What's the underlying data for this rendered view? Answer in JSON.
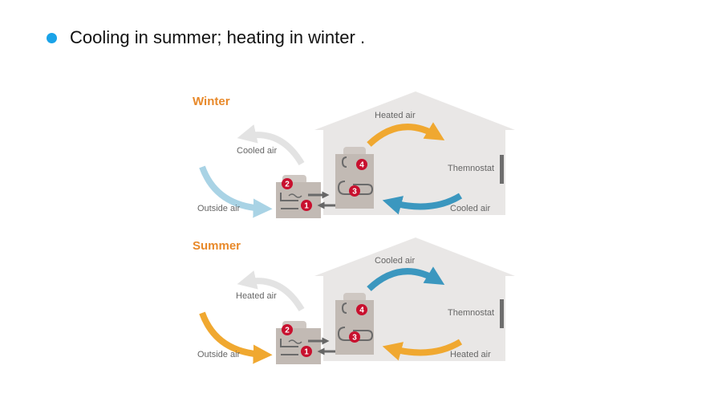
{
  "heading": {
    "text": "Cooling in summer; heating in winter ."
  },
  "colors": {
    "bullet": "#1aa3e8",
    "warm": "#f0a830",
    "cool": "#3b97bf",
    "light_blue": "#a9d3e5",
    "ghost": "#e3e3e3",
    "marker": "#c8102e",
    "season": "#e8892a"
  },
  "winter": {
    "title": "Winter",
    "exhaust_label": "Cooled air",
    "intake_label": "Outside air",
    "supply_label": "Heated air",
    "return_label": "Cooled air",
    "thermostat_label": "Themnostat",
    "markers": [
      "1",
      "2",
      "3",
      "4"
    ]
  },
  "summer": {
    "title": "Summer",
    "exhaust_label": "Heated air",
    "intake_label": "Outside air",
    "supply_label": "Cooled air",
    "return_label": "Heated air",
    "thermostat_label": "Themnostat",
    "markers": [
      "1",
      "2",
      "3",
      "4"
    ]
  }
}
